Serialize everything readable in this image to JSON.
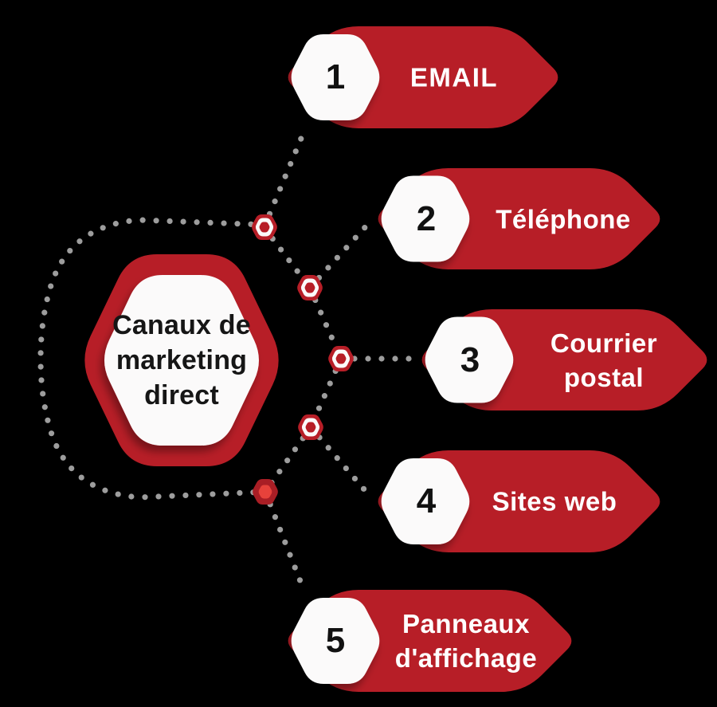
{
  "title": "Canaux de marketing direct",
  "center": {
    "title": "Canaux de\nmarketing\ndirect"
  },
  "items": [
    {
      "number": "1",
      "label": "EMAIL"
    },
    {
      "number": "2",
      "label": "Téléphone"
    },
    {
      "number": "3",
      "label": "Courrier\npostal"
    },
    {
      "number": "4",
      "label": "Sites web"
    },
    {
      "number": "5",
      "label": "Panneaux\nd'affichage"
    }
  ],
  "colors": {
    "primary_red": "#b71e27",
    "badge_fill": "#fbfafa",
    "connector_gray": "#9d9d9d",
    "node5_outer": "#a91e25",
    "node5_inner": "#e7423b",
    "background": "#000000",
    "label_text": "#ffffff",
    "dark_text": "#161616"
  },
  "icons": {
    "junction_node": "hexagon-node-icon",
    "badge_shape": "hexagon-badge-icon"
  }
}
